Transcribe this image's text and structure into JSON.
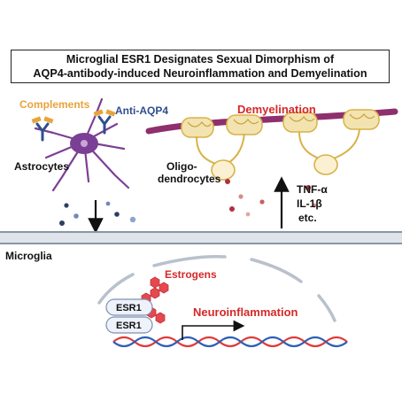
{
  "title": {
    "line1": "Microglial ESR1 Designates Sexual Dimorphism of",
    "line2": "AQP4-antibody-induced Neuroinflammation and Demyelination"
  },
  "labels": {
    "complements": "Complements",
    "anti_aqp4": "Anti-AQP4",
    "astrocytes": "Astrocytes",
    "demyelination": "Demyelination",
    "oligo_line1": "Oligo-",
    "oligo_line2": "dendrocytes",
    "tnf": "TNF-α",
    "il1b": "IL-1β",
    "etc": "etc.",
    "microglia": "Microglia",
    "estrogens": "Estrogens",
    "esr1_top": "ESR1",
    "esr1_bottom": "ESR1",
    "neuroinflammation": "Neuroinflammation"
  },
  "colors": {
    "complements_label": "#e8a33a",
    "anti_aqp4_label": "#2f4f8f",
    "red_label": "#d62828",
    "astrocyte_body": "#7b3f95",
    "axon": "#8e2f6e",
    "myelin": "#f3e3b0",
    "membrane": "#a9b3c0",
    "estrogen_hex": "#e5484d",
    "dna_red": "#e03a3a",
    "dna_blue": "#2d5fb5"
  }
}
